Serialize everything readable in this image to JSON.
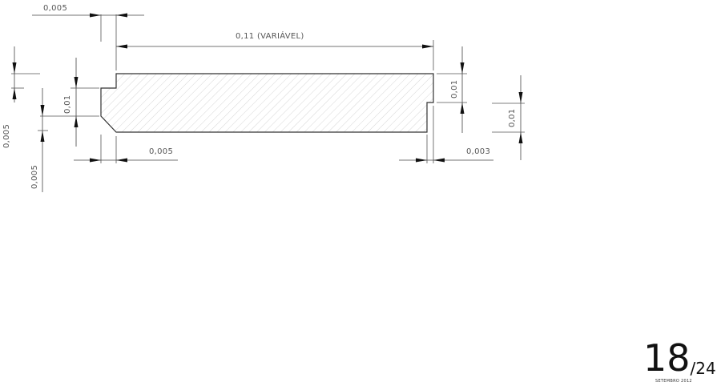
{
  "drawing": {
    "dimensions": {
      "top_left_width": "0,005",
      "overall_length": "0,11 (VARIÁVEL)",
      "left_step_height": "0,01",
      "left_outer_height": "0,005",
      "left_lower_height": "0,005",
      "bottom_left_chamfer": "0,005",
      "right_step_height": "0,01",
      "right_outer_height": "0,01",
      "bottom_right_offset": "0,003"
    }
  },
  "footer": {
    "page_current": "18",
    "page_total": "/24",
    "date": "SETEMBRO 2012"
  }
}
